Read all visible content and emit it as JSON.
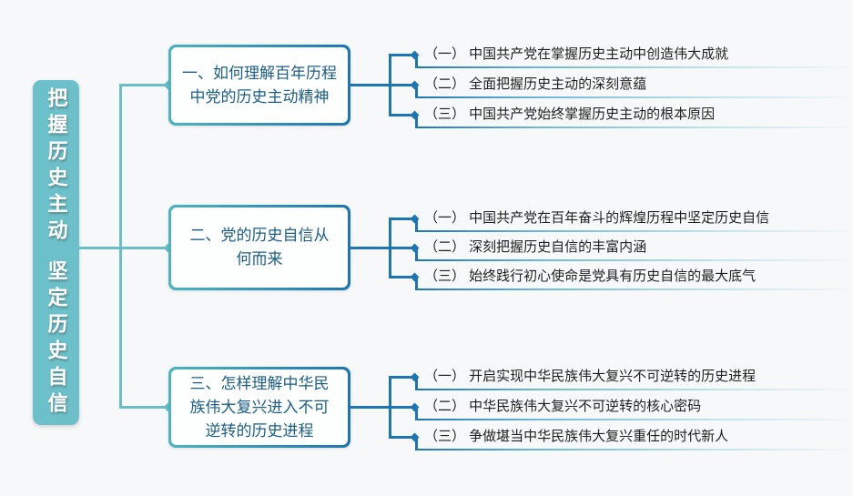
{
  "root": {
    "title_top": "把握历史主动",
    "title_bottom": "坚定历史自信"
  },
  "branches": [
    {
      "title_lines": [
        "一、如何理解百年历程",
        "中党的历史主动精神"
      ],
      "items": [
        "（一） 中国共产党在掌握历史主动中创造伟大成就",
        "（二） 全面把握历史主动的深刻意蕴",
        "（三） 中国共产党始终掌握历史主动的根本原因"
      ]
    },
    {
      "title_lines": [
        "二、党的历史自信从",
        "何而来"
      ],
      "items": [
        "（一） 中国共产党在百年奋斗的辉煌历程中坚定历史自信",
        "（二） 深刻把握历史自信的丰富内涵",
        "（三） 始终践行初心使命是党具有历史自信的最大底气"
      ]
    },
    {
      "title_lines": [
        "三、怎样理解中华民",
        "族伟大复兴进入不可",
        "逆转的历史进程"
      ],
      "items": [
        "（一） 开启实现中华民族伟大复兴不可逆转的历史进程",
        "（二） 中华民族伟大复兴不可逆转的核心密码",
        "（三） 争做堪当中华民族伟大复兴重任的时代新人"
      ]
    }
  ],
  "colors": {
    "background": "#f7f8f9",
    "root_fill": "#6cc0c9",
    "teal_line": "#69bec8",
    "blue_line": "#1e76b0",
    "branch_text": "#1d5e86",
    "item_text": "#1f1f1f"
  }
}
